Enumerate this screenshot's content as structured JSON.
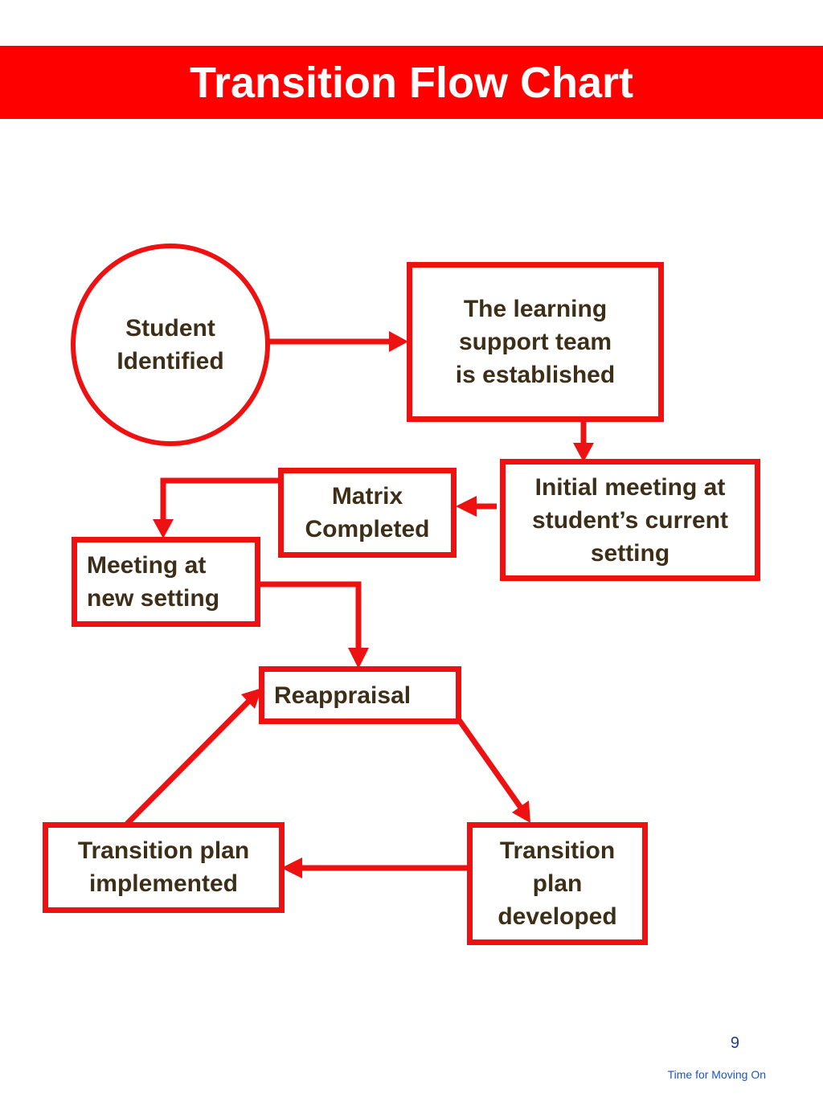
{
  "title": "Transition Flow Chart",
  "colors": {
    "banner": "#ff0000",
    "shape_border": "#ee1111",
    "arrow": "#ee1111",
    "node_text": "#3d2e17",
    "footer_text": "#1a55c8"
  },
  "nodes": {
    "student_identified": "Student Identified",
    "learning_support_team": "The learning support team is established",
    "initial_meeting": "Initial meeting at student’s current setting",
    "matrix_completed": "Matrix Completed",
    "meeting_new_setting": "Meeting at new setting",
    "reappraisal": "Reappraisal",
    "plan_developed": "Transition plan developed",
    "plan_implemented": "Transition plan implemented"
  },
  "flow": [
    {
      "from": "Student Identified",
      "to": "The learning support team is established"
    },
    {
      "from": "The learning support team is established",
      "to": "Initial meeting at student’s current setting"
    },
    {
      "from": "Initial meeting at student’s current setting",
      "to": "Matrix Completed"
    },
    {
      "from": "Matrix Completed",
      "to": "Meeting at new setting"
    },
    {
      "from": "Meeting at new setting",
      "to": "Reappraisal"
    },
    {
      "from": "Reappraisal",
      "to": "Transition plan developed"
    },
    {
      "from": "Transition plan developed",
      "to": "Transition plan implemented"
    },
    {
      "from": "Transition plan implemented",
      "to": "Reappraisal"
    }
  ],
  "page_number": "9",
  "footer": "Time for Moving On"
}
